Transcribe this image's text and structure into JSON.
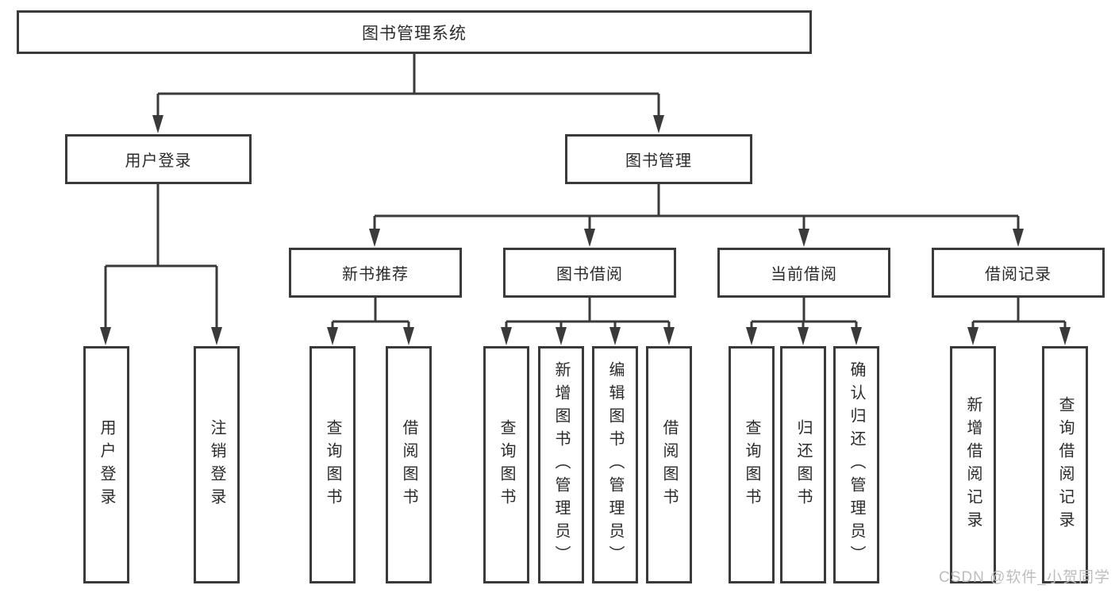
{
  "tree": {
    "root": "图书管理系统",
    "branches": [
      {
        "label": "用户登录",
        "leaves": [
          "用户登录",
          "注销登录"
        ]
      },
      {
        "label": "图书管理",
        "children": [
          {
            "label": "新书推荐",
            "leaves": [
              "查询图书",
              "借阅图书"
            ]
          },
          {
            "label": "图书借阅",
            "leaves": [
              "查询图书",
              "新增图书（管理员）",
              "编辑图书（管理员）",
              "借阅图书"
            ]
          },
          {
            "label": "当前借阅",
            "leaves": [
              "查询图书",
              "归还图书",
              "确认归还（管理员）"
            ]
          },
          {
            "label": "借阅记录",
            "leaves": [
              "新增借阅记录",
              "查询借阅记录"
            ]
          }
        ]
      }
    ]
  },
  "watermark": "CSDN @软件_小贺同学",
  "colors": {
    "line": "#3a3a3a",
    "box_border": "#3a3a3a",
    "text": "#2b2b2b",
    "watermark": "#bdbdbd",
    "background": "#ffffff"
  }
}
